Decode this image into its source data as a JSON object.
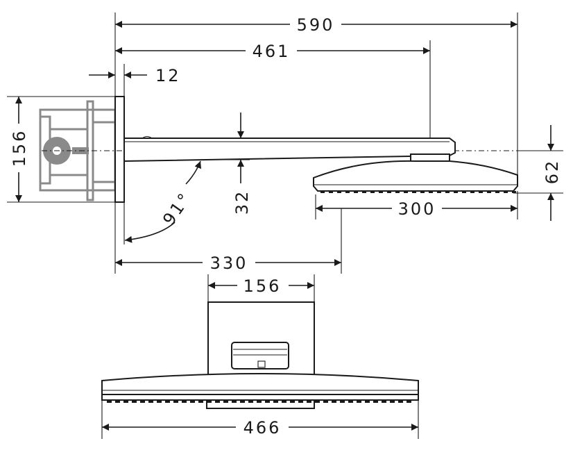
{
  "dimensions": {
    "overall_length": "590",
    "arm_length": "461",
    "wall_plate_thickness": "12",
    "box_height": "156",
    "arm_drop": "32",
    "arm_angle": "91°",
    "head_height": "62",
    "head_depth": "300",
    "wall_to_head_center": "330",
    "connector_width": "156",
    "head_width": "466"
  },
  "colors": {
    "line": "#1a1a1a",
    "concealed_body": "#8a8a8a"
  }
}
